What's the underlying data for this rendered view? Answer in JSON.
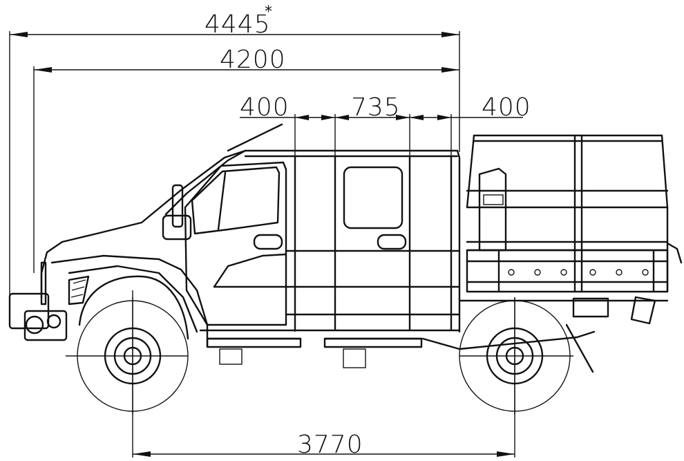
{
  "dimensions": {
    "overall_length": "4445",
    "overall_length_mark": "*",
    "body_length": "4200",
    "cab_rear_gap_left": "400",
    "door_width": "735",
    "cab_rear_gap_right": "400",
    "wheelbase": "3770"
  }
}
